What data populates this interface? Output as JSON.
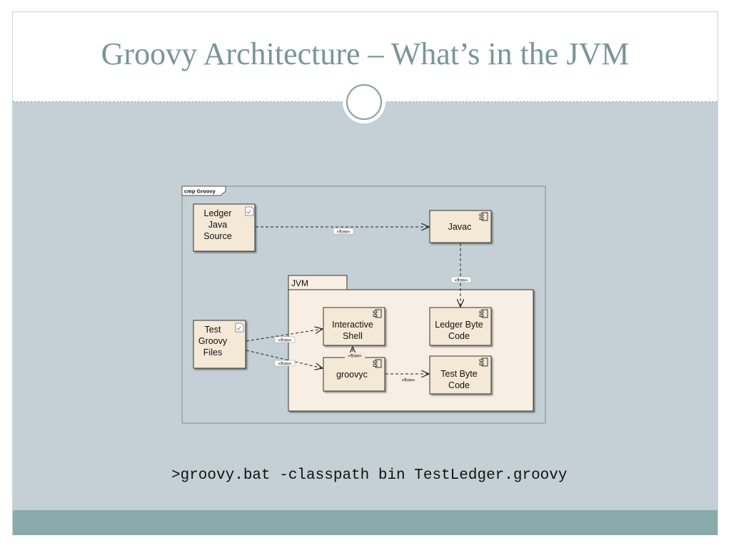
{
  "slide": {
    "title": "Groovy Architecture – What’s in the JVM",
    "command": ">groovy.bat -classpath bin TestLedger.groovy"
  },
  "diagram": {
    "frame_label": "cmp Groovy",
    "package_label": "JVM",
    "nodes": {
      "ledger_source": [
        "Ledger",
        "Java",
        "Source"
      ],
      "javac": [
        "Javac"
      ],
      "test_files": [
        "Test",
        "Groovy",
        "Files"
      ],
      "interactive_shell": [
        "Interactive",
        "Shell"
      ],
      "ledger_bytecode": [
        "Ledger Byte",
        "Code"
      ],
      "groovyc": [
        "groovyc"
      ],
      "test_bytecode": [
        "Test Byte",
        "Code"
      ]
    },
    "flow_label": "«flow»"
  },
  "colors": {
    "title": "#7a9599",
    "content_bg": "#c4d0d5",
    "footer_bg": "#8aabac",
    "node_fill": "#f4e9d6",
    "package_fill": "#f7efe3"
  },
  "icons": {
    "artifact": "artifact-document-icon",
    "component": "component-icon",
    "divider": "ring-divider-icon"
  }
}
